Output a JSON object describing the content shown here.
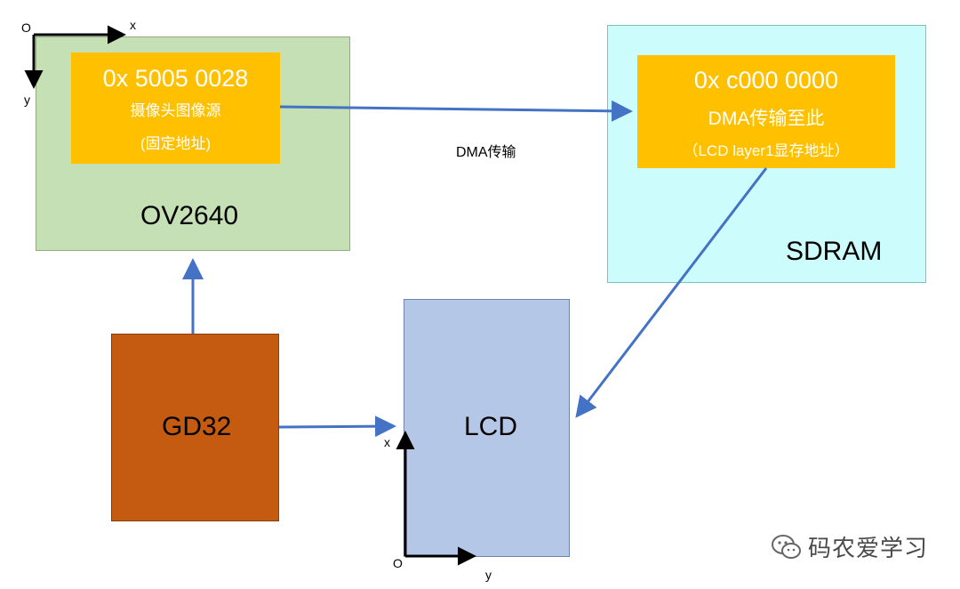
{
  "ov2640": {
    "label": "OV2640"
  },
  "camera_buffer": {
    "address": "0x 5005 0028",
    "line1": "摄像头图像源",
    "line2": "(固定地址)"
  },
  "sdram": {
    "label": "SDRAM"
  },
  "dest_buffer": {
    "address": "0x c000 0000",
    "line1": "DMA传输至此",
    "line2": "（LCD layer1显存地址）"
  },
  "dma_label": "DMA传输",
  "gd32": {
    "label": "GD32"
  },
  "lcd": {
    "label": "LCD"
  },
  "axes_top_left": {
    "origin": "O",
    "x": "x",
    "y": "y"
  },
  "axes_lcd": {
    "origin": "O",
    "x": "x",
    "y": "y"
  },
  "watermark": {
    "text": "码农爱学习",
    "icon": "wechat-icon"
  },
  "colors": {
    "ov2640_fill": "#c5e0b4",
    "sdram_fill": "#ccfcfc",
    "lcd_fill": "#b4c7e7",
    "gd32_fill": "#c55a11",
    "buffer_fill": "#ffc000",
    "arrow": "#4472c4"
  }
}
